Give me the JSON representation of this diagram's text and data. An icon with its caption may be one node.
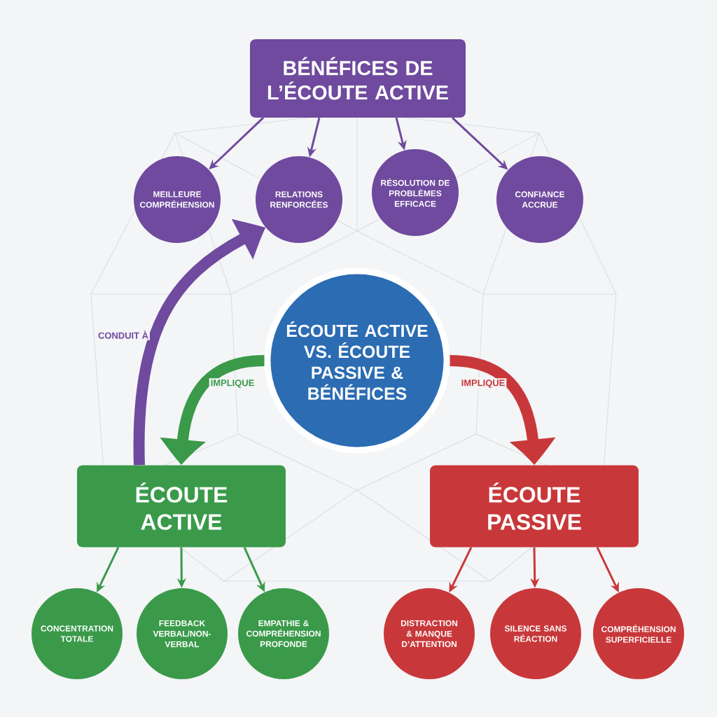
{
  "diagram": {
    "nodes": [
      {
        "text": [
          "ÉCOUTE ACTIVE VS. ÉCOUTE PASSIVE & BÉNÉFICES"
        ]
      },
      {
        "text": [
          "BÉNÉFICES DE L’ÉCOUTE ACTIVE"
        ]
      },
      {
        "text": [
          "MEILLEURE COMPRÉHENSION"
        ]
      },
      {
        "text": [
          "RELATIONS RENFORCÉES"
        ]
      },
      {
        "text": [
          "RÉSOLUTION DE PROBLÈMES EFFICACE"
        ]
      },
      {
        "text": [
          "CONFIANCE ACCRUE"
        ]
      },
      {
        "text": [
          "ÉCOUTE ACTIVE"
        ]
      },
      {
        "text": [
          "ÉCOUTE PASSIVE"
        ]
      },
      {
        "text": [
          "CONCENTRATION TOTALE"
        ]
      },
      {
        "text": [
          "FEEDBACK VERBAL/NON-VERBAL"
        ]
      },
      {
        "text": [
          "EMPATHIE & COMPRÉHENSION PROFONDE"
        ]
      },
      {
        "text": [
          "DISTRACTION & MANQUE D’ATTENTION"
        ]
      },
      {
        "text": [
          "SILENCE SANS RÉACTION"
        ]
      },
      {
        "text": [
          "COMPRÉHENSION SUPERFICIELLE"
        ]
      }
    ],
    "edges": [
      {
        "from": 1,
        "to": 2,
        "arrow": "to",
        "color": "#6f4a9e"
      },
      {
        "from": 1,
        "to": 3,
        "arrow": "to",
        "color": "#6f4a9e"
      },
      {
        "from": 1,
        "to": 4,
        "arrow": "to",
        "color": "#6f4a9e"
      },
      {
        "from": 1,
        "to": 5,
        "arrow": "to",
        "color": "#6f4a9e"
      },
      {
        "from": 0,
        "to": 6,
        "arrow": "to",
        "label": "IMPLIQUE",
        "style": "thick",
        "color": "#3a9a4a"
      },
      {
        "from": 0,
        "to": 7,
        "arrow": "to",
        "label": "IMPLIQUE",
        "style": "thick",
        "color": "#c8383a"
      },
      {
        "from": 6,
        "to": 3,
        "arrow": "to",
        "label": "CONDUIT À",
        "style": "thick",
        "color": "#6f4a9e"
      },
      {
        "from": 6,
        "to": 8,
        "arrow": "to",
        "color": "#3a9a4a"
      },
      {
        "from": 6,
        "to": 9,
        "arrow": "to",
        "color": "#3a9a4a"
      },
      {
        "from": 6,
        "to": 10,
        "arrow": "to",
        "color": "#3a9a4a"
      },
      {
        "from": 7,
        "to": 11,
        "arrow": "to",
        "color": "#c8383a"
      },
      {
        "from": 7,
        "to": 12,
        "arrow": "to",
        "color": "#c8383a"
      },
      {
        "from": 7,
        "to": 13,
        "arrow": "to",
        "color": "#c8383a"
      }
    ]
  }
}
